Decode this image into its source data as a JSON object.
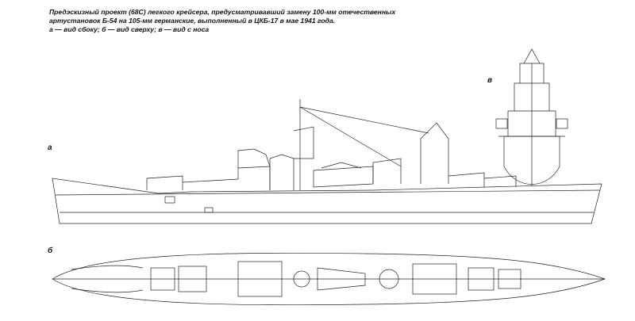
{
  "caption": {
    "line1": "Предэскизный проект (68С) легкого крейсера, предусматривавший замену 100-мм отечественных",
    "line2": "артустановок Б-54 на 105-мм германские, выполненный в ЦКБ-17 в мае 1941 года.",
    "line3": "а — вид сбоку; б — вид сверху; в — вид с носа"
  },
  "views": {
    "side": "а",
    "top": "б",
    "bow": "в"
  }
}
